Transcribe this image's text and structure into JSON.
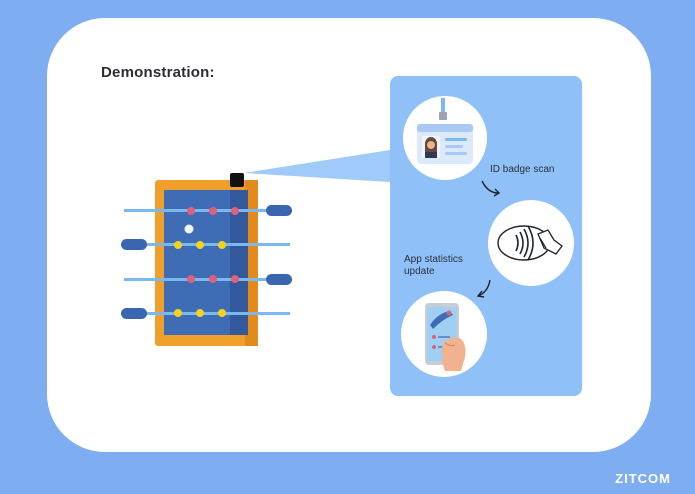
{
  "heading": "Demonstration:",
  "steps": [
    {
      "label": "ID badge scan",
      "icon": "id-badge-icon"
    },
    {
      "label": "App statistics update",
      "icon": "contactless-payment-icon"
    },
    {
      "label": "",
      "icon": "phone-app-icon"
    }
  ],
  "brand": "ZITCOM",
  "colors": {
    "background": "#7eadf2",
    "card": "#ffffff",
    "panel": "#8fc1f8",
    "table_frame": "#f0a02a",
    "table_field": "#3f6db5",
    "rods": "#7ab8f0",
    "handles": "#3a66b0",
    "team_red": "#e0607a",
    "team_yellow": "#f6d21e"
  }
}
